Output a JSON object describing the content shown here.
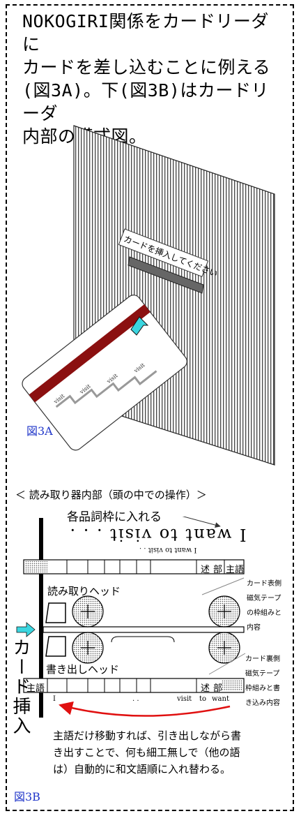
{
  "heading_lines": [
    "NOKOGIRI関係をカードリーダに",
    "カードを差し込むことに例える",
    "(図3A)。下(図3B)はカードリーダ",
    "内部の模式図。"
  ],
  "fig3a": {
    "slot_label": "カードを挿入してください",
    "card_word": "visit",
    "caption": "図3A"
  },
  "fig3b": {
    "section_title": "＜ 読み取り器内部（頭の中での操作）＞",
    "pos_note": "各品詞枠に入れる",
    "mirror_sentence": "I want to visit . . .",
    "mirror_small": "I want to visit . .",
    "top_tape_cells": [
      "述",
      "部",
      "主語"
    ],
    "read_head_label": "読み取りヘッド",
    "write_head_label": "書き出しヘッド",
    "bottom_tape_cells": [
      "主語",
      "述",
      "部"
    ],
    "bottom_words": [
      "I",
      ". .",
      "visit",
      "to",
      "want"
    ],
    "card_insert_label": "カード挿入",
    "side_note_top": [
      "カード表側",
      "磁気テープ",
      "の枠組みと",
      "内容"
    ],
    "side_note_bottom": [
      "カード裏側",
      "磁気テープ",
      "枠組みと書",
      "き込み内容"
    ],
    "explanation_lines": [
      "主語だけ移動すれば、引き出しながら書",
      "き出すことで、何も細工無しで（他の語",
      "は）自動的に和文語順に入れ替わる。"
    ],
    "caption": "図3B"
  },
  "colors": {
    "card_stripe": "#8b1010",
    "arrow_cyan": "#3bd6e0",
    "red_arrow": "#e01010",
    "caption_blue": "#1f35c9"
  }
}
